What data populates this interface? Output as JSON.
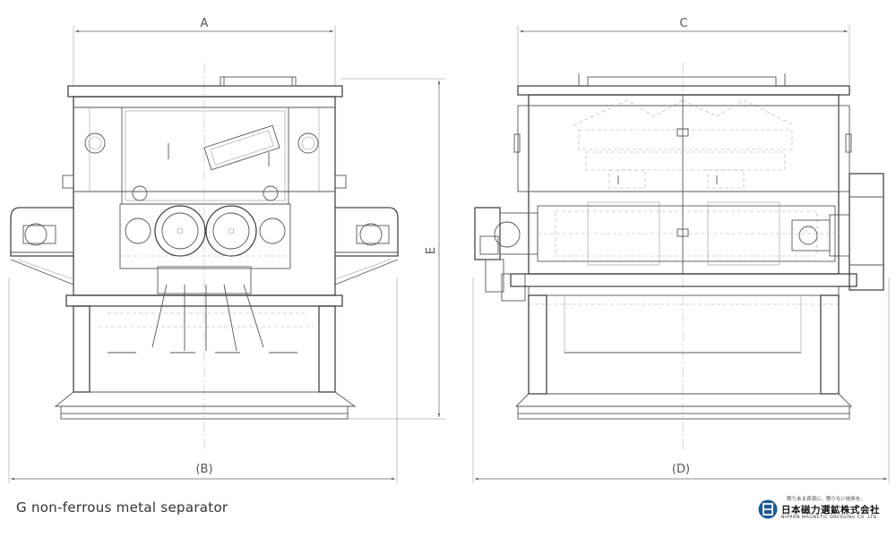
{
  "caption": "G non-ferrous metal separator",
  "dimensions": {
    "a": "A",
    "b": "(B)",
    "c": "C",
    "d": "(D)",
    "e": "E"
  },
  "logo": {
    "tagline": "限りある資源に、限りない技術を。",
    "company_ja": "日本磁力選鉱株式会社",
    "company_en": "NIPPON MAGNETIC DRESSING CO.,LTD.",
    "mark": "日"
  }
}
